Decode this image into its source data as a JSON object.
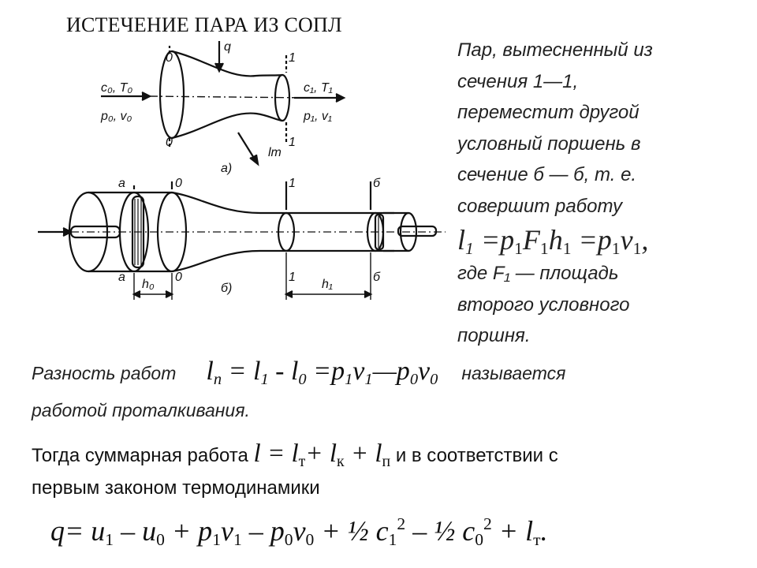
{
  "title": "ИСТЕЧЕНИЕ ПАРА ИЗ СОПЛ",
  "right_text": {
    "lines": [
      "Пар, вытесненный из",
      "сечения 1—1,",
      "переместит другой",
      "условный поршень в",
      "сечение б — б, т. е.",
      "совершит работу"
    ],
    "formula": {
      "l": "l",
      "l_sub": "1",
      "eq1": " =p",
      "p_sub": "1",
      "F": "F",
      "F_sub": "1",
      "h": "h",
      "h_sub": "1",
      "eq2": " =p",
      "p2_sub": "1",
      "v": "v",
      "v_sub": "1",
      "end": ","
    },
    "after_lines": [
      "где F₁ — площадь",
      "второго условного",
      "поршня."
    ]
  },
  "push_work": {
    "label": "Разность работ",
    "formula": {
      "l": "l",
      "l_sub": "п",
      "eq": " = l",
      "s1": "1",
      "minus": " - l",
      "s0": "0",
      "eq2": " =p",
      "p1": "1",
      "v": "v",
      "v1": "1",
      "dash": "—p",
      "p0": "0",
      "v2": "v",
      "v0": "0"
    },
    "suffix": "называется",
    "line2": "работой проталкивания."
  },
  "total_work": {
    "prefix": "Тогда суммарная работа",
    "formula": {
      "l": "l",
      "eq": " = l",
      "s_t": "т",
      "plus1": "+ l",
      "s_k": "к",
      "plus2": " + l",
      "s_p": "п"
    },
    "suffix": "и в соответствии с",
    "line2": "первым законом термодинамики"
  },
  "energy_equation": {
    "q": "q= u",
    "u1": "1",
    "m1": " – u",
    "u0": "0",
    "p1a": " + p",
    "p1s": "1",
    "v1a": "v",
    "v1s": "1",
    "m2": " – p",
    "p0s": "0",
    "v0a": "v",
    "v0s": "0",
    "half1": " + ½ c",
    "c1s": "1",
    "c1e": "2",
    "half2": " – ½ c",
    "c0s": "0",
    "c0e": "2",
    "plus": " + l",
    "lts": "т",
    "end": "."
  },
  "diagram": {
    "label_q": "q",
    "label_c0T0": "c₀, T₀",
    "label_p0v0": "p₀, v₀",
    "label_c1T1": "c₁, T₁",
    "label_p1v1": "p₁, v₁",
    "label_lt": "lт",
    "label_a": "а)",
    "label_b": "б)",
    "sec_0": "0",
    "sec_1": "1",
    "sec_a": "а",
    "sec_b": "б",
    "h0": "h₀",
    "h1": "h₁"
  }
}
